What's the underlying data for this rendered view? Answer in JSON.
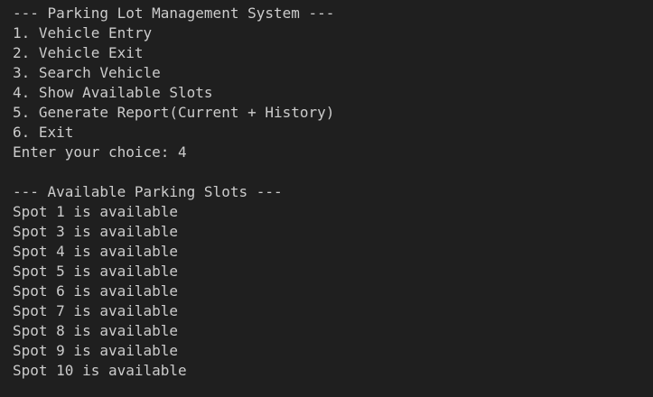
{
  "menu": {
    "header": "--- Parking Lot Management System ---",
    "options": [
      "1. Vehicle Entry",
      "2. Vehicle Exit",
      "3. Search Vehicle",
      "4. Show Available Slots",
      "5. Generate Report(Current + History)",
      "6. Exit"
    ],
    "prompt": "Enter your choice: 4"
  },
  "slots": {
    "header": "--- Available Parking Slots ---",
    "lines": [
      "Spot 1 is available",
      "Spot 3 is available",
      "Spot 4 is available",
      "Spot 5 is available",
      "Spot 6 is available",
      "Spot 7 is available",
      "Spot 8 is available",
      "Spot 9 is available",
      "Spot 10 is available"
    ]
  },
  "colors": {
    "background": "#1f1f1f",
    "text": "#cccccc"
  }
}
